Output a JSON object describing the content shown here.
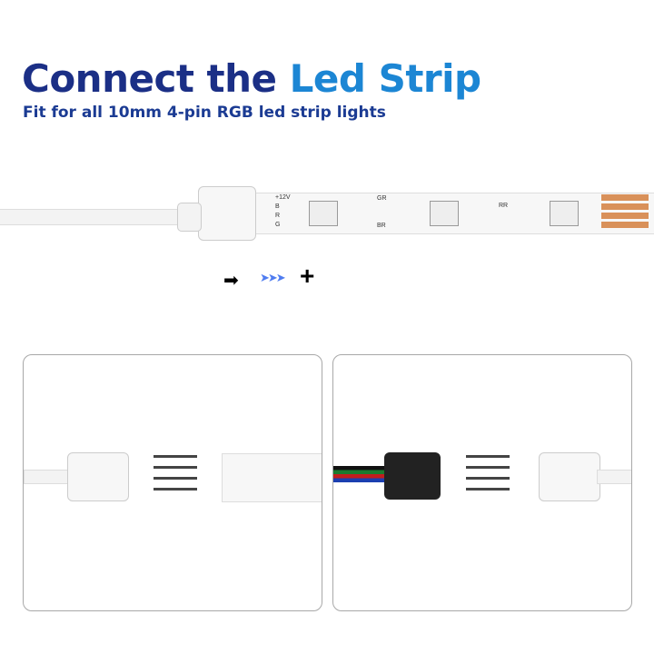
{
  "header": {
    "title_part1": "Connect the ",
    "title_part2": "Led Strip",
    "subtitle": "Fit for all 10mm 4-pin RGB led strip lights"
  },
  "strip": {
    "pins": [
      "+12V",
      "B",
      "R",
      "G"
    ],
    "marks": [
      "GR",
      "BR",
      "RR"
    ]
  },
  "legend": {
    "arrow": "arrow-right-icon",
    "chevrons": "chevrons-icon",
    "plus": "plus-icon"
  },
  "colors": {
    "title_dark": "#1b2f86",
    "title_light": "#1c86d4",
    "chevron": "#4f7cf0"
  }
}
